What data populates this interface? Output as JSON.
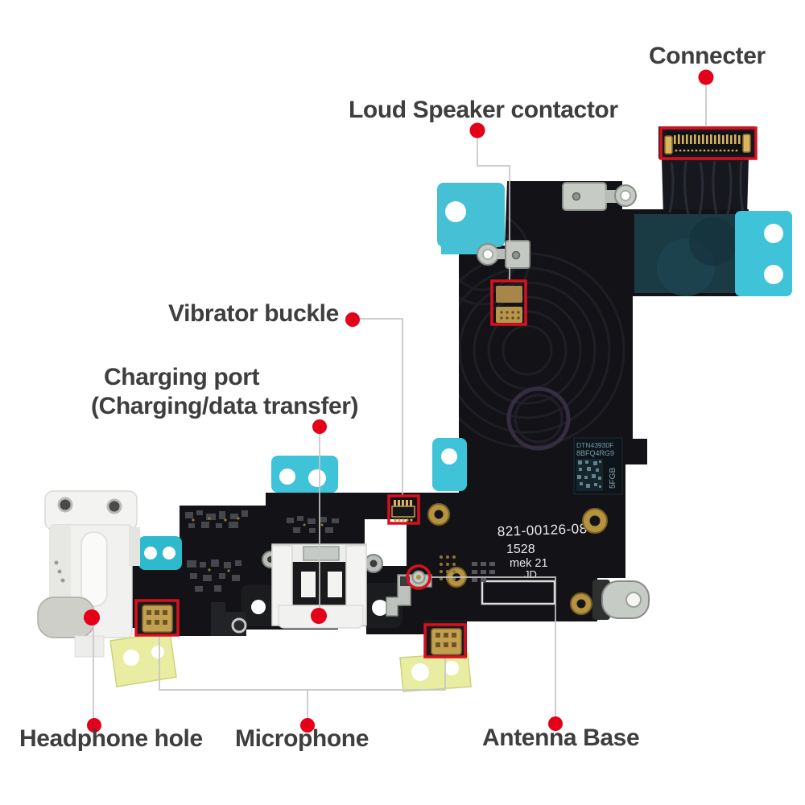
{
  "annotations": {
    "connector": {
      "label": "Connecter"
    },
    "loud_speaker": {
      "label": "Loud Speaker contactor"
    },
    "vibrator": {
      "label": "Vibrator buckle"
    },
    "charging_port": {
      "label_line1": "Charging port",
      "label_line2": "(Charging/data transfer)"
    },
    "headphone": {
      "label": "Headphone hole"
    },
    "microphone": {
      "label": "Microphone"
    },
    "antenna": {
      "label": "Antenna Base"
    }
  },
  "flex_markings": {
    "sticker_line1": "DTN43930F",
    "sticker_line2": "8BFQ4RG9",
    "sticker_side": "5FGB",
    "part_number": "821-00126-08",
    "date_code": "1528",
    "batch_code": "mek 21",
    "inspector_code": "JD"
  },
  "colors": {
    "annotation_red": "#e30617",
    "callout_line": "#c6c6c6",
    "label_text": "#3e3e3e",
    "flex_black": "#131317",
    "adhesive_cyan": "#3ec3d8",
    "adhesive_yellow": "#e8eda2",
    "gold": "#c2a050",
    "metal_silver": "#c6cbc6",
    "overlay_teal": "#1d4550"
  }
}
